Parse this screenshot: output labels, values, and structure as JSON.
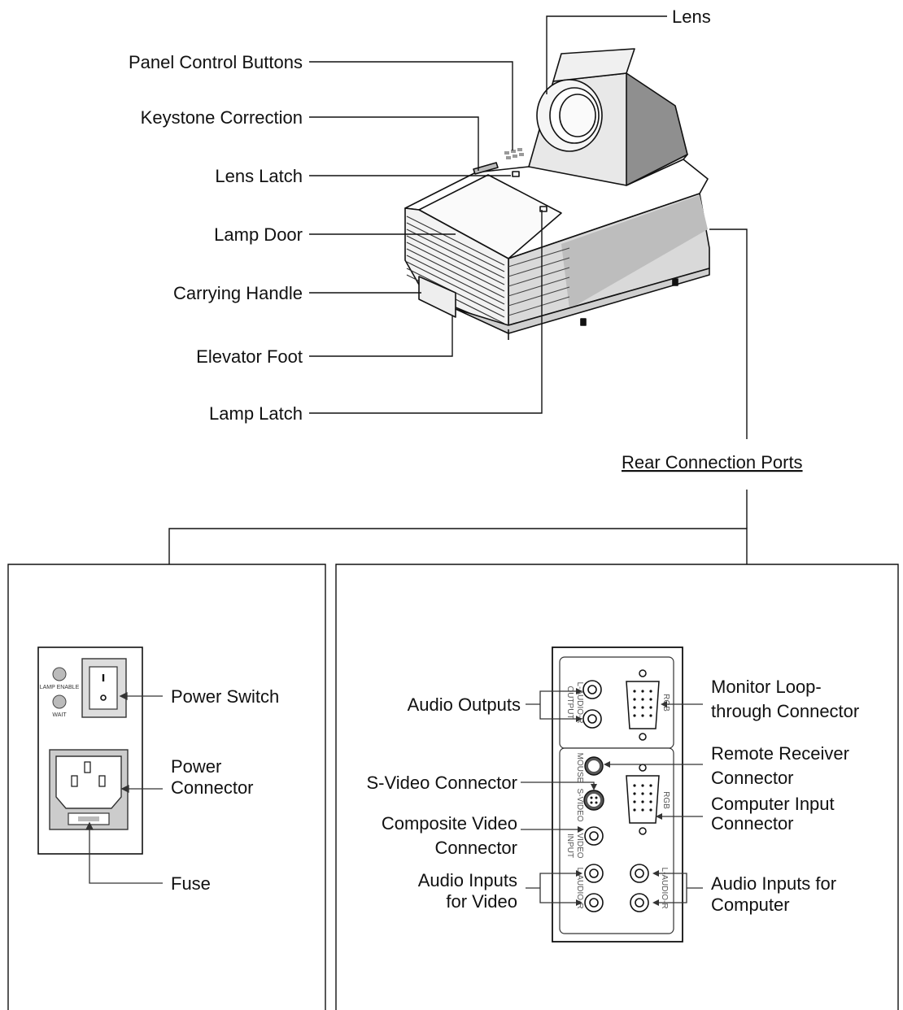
{
  "projector_labels": {
    "lens": "Lens",
    "panel_control_buttons": "Panel Control Buttons",
    "keystone_correction": "Keystone Correction",
    "lens_latch": "Lens Latch",
    "lamp_door": "Lamp Door",
    "carrying_handle": "Carrying Handle",
    "elevator_foot": "Elevator Foot",
    "lamp_latch": "Lamp Latch"
  },
  "section_title": "Rear Connection Ports",
  "power_panel": {
    "lamp_enable": "LAMP ENABLE",
    "wait": "WAIT",
    "power_switch": "Power Switch",
    "power_connector": [
      "Power",
      "Connector"
    ],
    "fuse": "Fuse"
  },
  "io_panel": {
    "output_text": "OUTPUT",
    "input_text": "INPUT",
    "laudior_text": "L-AUDIO-R",
    "video_text": "VIDEO",
    "svideo_text": "S-VIDEO",
    "mouse_text": "MOUSE",
    "rgb_text": "RGB",
    "audio_outputs": "Audio Outputs",
    "monitor_loop": [
      "Monitor Loop-",
      "through Connector"
    ],
    "remote_receiver": [
      "Remote Receiver",
      "Connector"
    ],
    "svideo_connector": "S-Video Connector",
    "computer_input": [
      "Computer Input",
      "Connector"
    ],
    "composite_video": [
      "Composite Video",
      "Connector"
    ],
    "audio_inputs_video": [
      "Audio Inputs",
      "for Video"
    ],
    "audio_inputs_computer": [
      "Audio Inputs for",
      "Computer"
    ]
  }
}
